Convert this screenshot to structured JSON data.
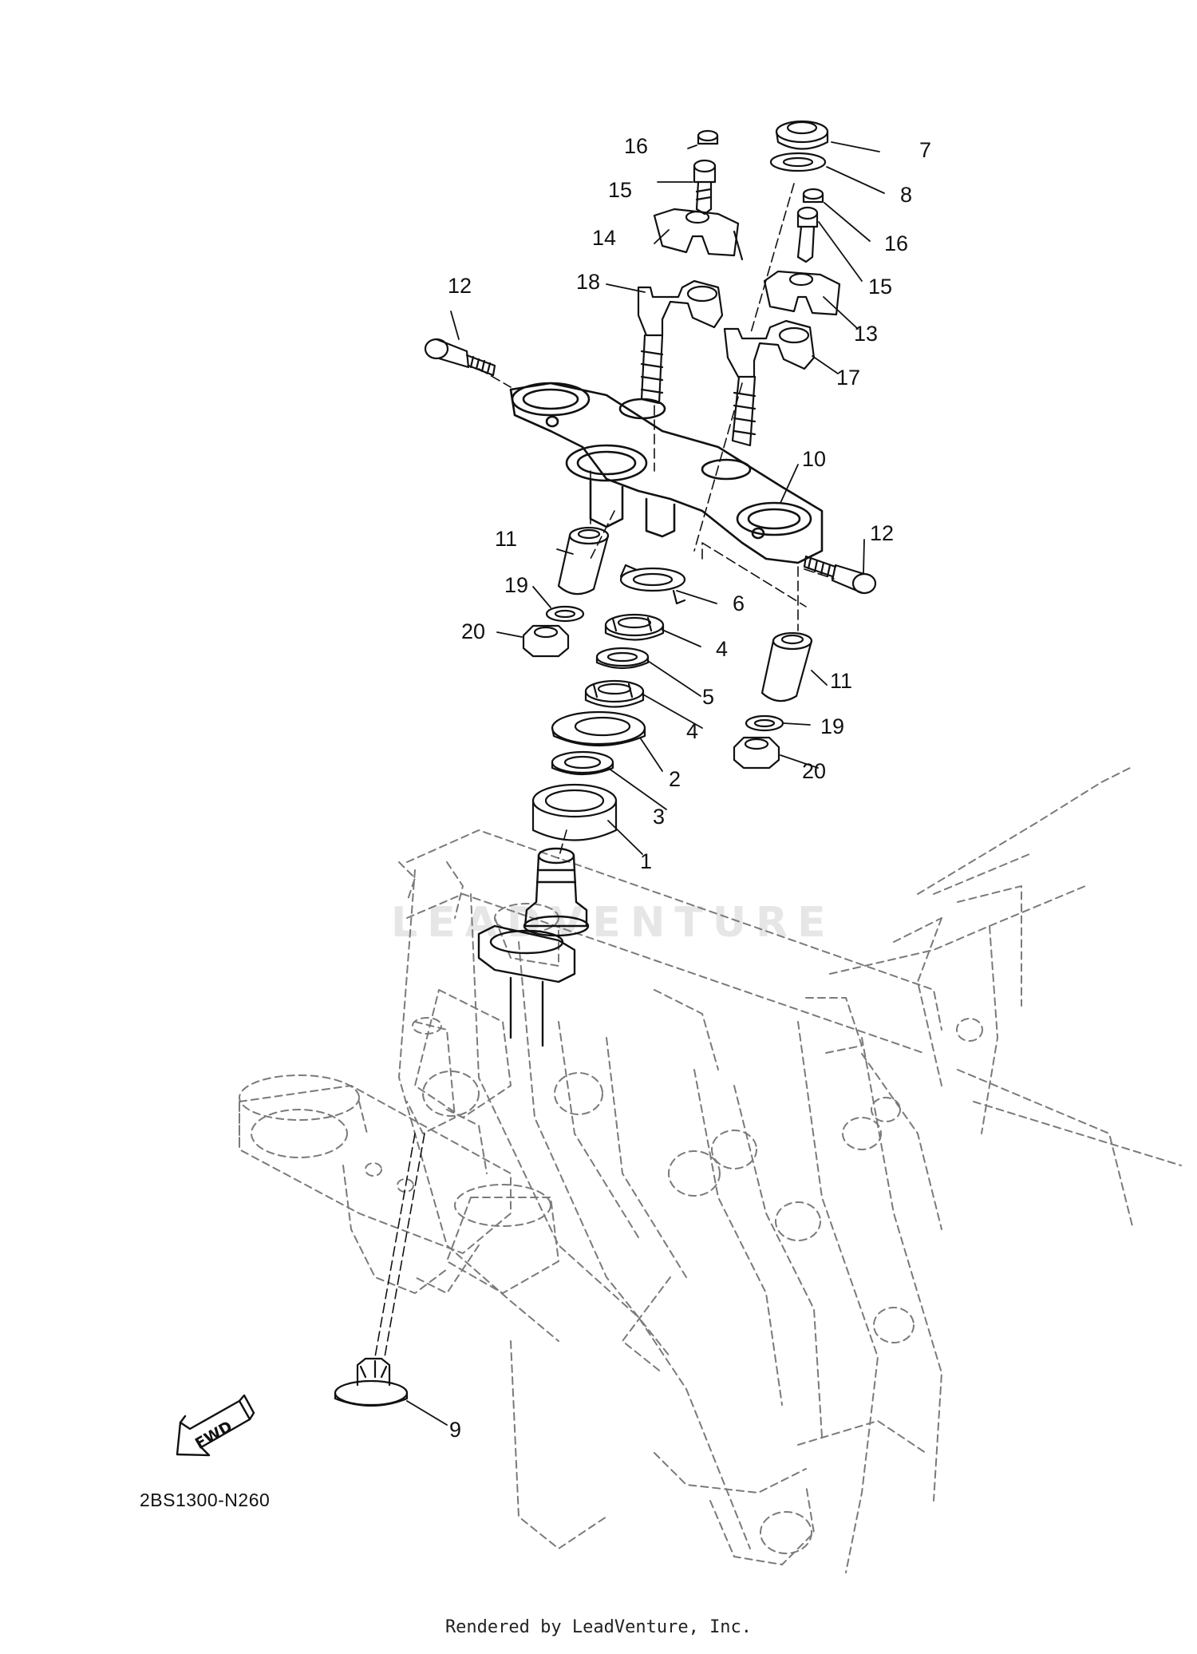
{
  "diagram": {
    "watermark": "LEADVENTURE",
    "direction_badge": "FWD",
    "diagram_code": "2BS1300-N260",
    "footer": "Rendered by LeadVenture, Inc.",
    "callouts": [
      "16",
      "7",
      "8",
      "15",
      "16",
      "14",
      "15",
      "18",
      "13",
      "12",
      "17",
      "10",
      "11",
      "12",
      "19",
      "6",
      "20",
      "4",
      "11",
      "5",
      "4",
      "19",
      "20",
      "2",
      "3",
      "1",
      "9"
    ]
  },
  "colors": {
    "line": "#111111",
    "frame_dashed": "#7a7a7a",
    "watermark": "#e6e6e6"
  }
}
